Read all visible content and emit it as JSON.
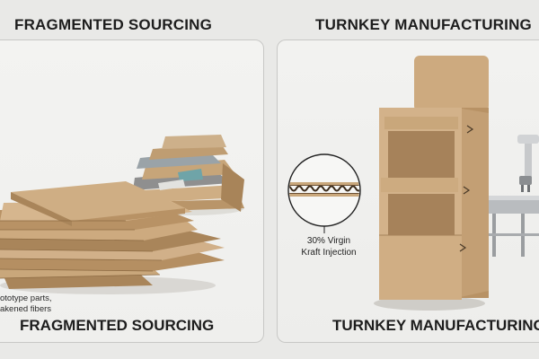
{
  "left_panel": {
    "top_title": "FRAGMENTED SOURCING",
    "bottom_title": "FRAGMENTED SOURCING",
    "caption_line1": "ototype parts,",
    "caption_line2": "akened fibers"
  },
  "right_panel": {
    "top_title": "TURNKEY MANUFACTURING",
    "bottom_title": "TURNKEY MANUFACTURING",
    "callout_line1": "30% Virgin",
    "callout_line2": "Kraft Injection"
  },
  "colors": {
    "background": "#e9e9e7",
    "cardboard": "#c9a77b",
    "cardboard_dark": "#a9855a",
    "cardboard_light": "#d8bb92",
    "text": "#1d1d1d"
  }
}
